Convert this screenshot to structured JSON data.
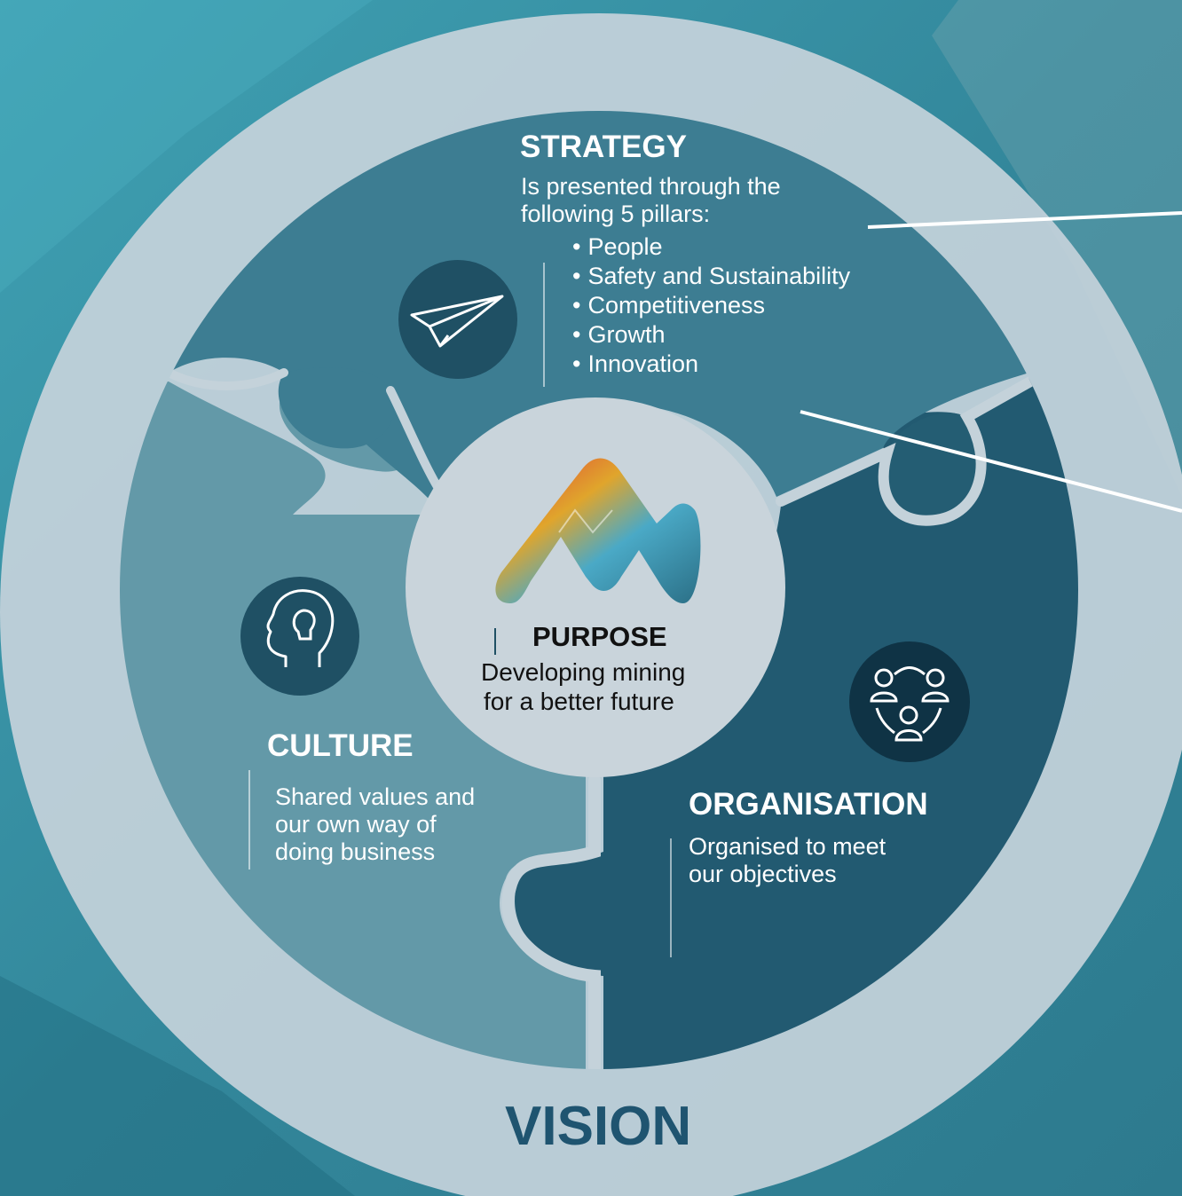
{
  "colors": {
    "background": "#3a8da0",
    "outer_ring": "#c4d2da",
    "strategy_piece": "#3d7d92",
    "culture_piece": "#6399a8",
    "organisation_piece": "#225a71",
    "center_circle": "#c9d4db",
    "icon_circle": "#1f5064",
    "dark_text": "#1f4e66"
  },
  "strategy": {
    "title": "STRATEGY",
    "intro_line1": "Is presented through the",
    "intro_line2": "following 5 pillars:",
    "pillars": [
      "People",
      "Safety and Sustainability",
      "Competitiveness",
      "Growth",
      "Innovation"
    ],
    "icon": "paper-plane-icon"
  },
  "purpose": {
    "title": "PURPOSE",
    "line1": "Developing mining",
    "line2": "for a better future",
    "logo": "mountain-logo"
  },
  "culture": {
    "title": "CULTURE",
    "line1": "Shared values and",
    "line2": "our own way of",
    "line3": "doing business",
    "icon": "head-lightbulb-icon"
  },
  "organisation": {
    "title": "ORGANISATION",
    "line1": "Organised to meet",
    "line2": "our objectives",
    "icon": "team-network-icon"
  },
  "vision": {
    "title": "VISION"
  }
}
